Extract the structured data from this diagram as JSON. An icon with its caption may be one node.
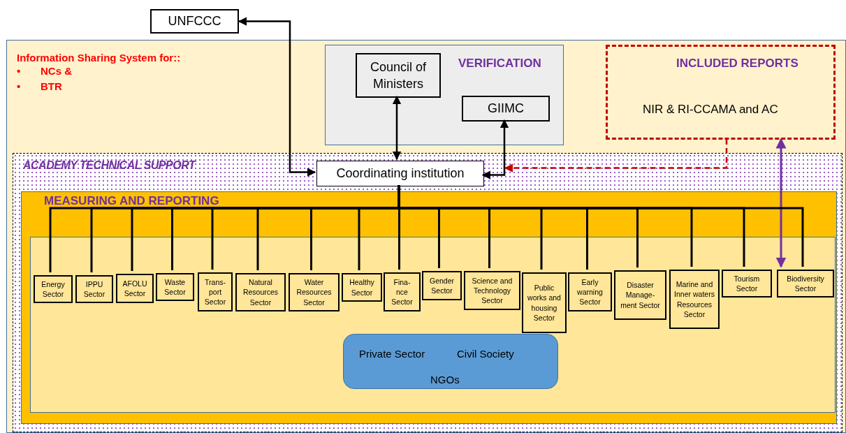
{
  "diagram": {
    "nodes": [
      {
        "text": [
          "UNFCCC"
        ]
      },
      {
        "text": [
          "Information Sharing System for::",
          "• NCs &",
          "• BTR"
        ]
      },
      {
        "text": [
          "VERIFICATION"
        ],
        "in": 1
      },
      {
        "text": [
          "Council of Ministers"
        ],
        "in": 2
      },
      {
        "text": [
          "GIIMC"
        ],
        "in": 2
      },
      {
        "text": [
          "INCLUDED REPORTS",
          "NIR & RI-CCAMA and AC"
        ],
        "in": 1
      },
      {
        "text": [
          "ACADEMY TECHNICAL SUPPORT"
        ],
        "in": 1
      },
      {
        "text": [
          "Coordinating institution"
        ],
        "in": 6
      },
      {
        "text": [
          "MEASURING AND REPORTING"
        ],
        "in": 6
      },
      {
        "text": [],
        "shape": "box",
        "in": 8
      },
      {
        "text": [
          "Energy Sector"
        ],
        "in": 9
      },
      {
        "text": [
          "IPPU Sector"
        ],
        "in": 9
      },
      {
        "text": [
          "AFOLU Sector"
        ],
        "in": 9
      },
      {
        "text": [
          "Waste Sector"
        ],
        "in": 9
      },
      {
        "text": [
          "Trans- port Sector"
        ],
        "in": 9
      },
      {
        "text": [
          "Natural Resources Sector"
        ],
        "in": 9
      },
      {
        "text": [
          "Water Resources Sector"
        ],
        "in": 9
      },
      {
        "text": [
          "Healthy Sector"
        ],
        "in": 9
      },
      {
        "text": [
          "Fina- nce Sector"
        ],
        "in": 9
      },
      {
        "text": [
          "Gender Sector"
        ],
        "in": 9
      },
      {
        "text": [
          "Science and Technology Sector"
        ],
        "in": 9
      },
      {
        "text": [
          "Public works and housing Sector"
        ],
        "in": 9
      },
      {
        "text": [
          "Early warning Sector"
        ],
        "in": 9
      },
      {
        "text": [
          "Disaster Manage- ment Sector"
        ],
        "in": 9
      },
      {
        "text": [
          "Marine and Inner waters Resources Sector"
        ],
        "in": 9
      },
      {
        "text": [
          "Tourism Sector"
        ],
        "in": 9
      },
      {
        "text": [
          "Biodiversity Sector"
        ],
        "in": 9
      },
      {
        "text": [
          "Private Sector",
          "Civil Society",
          "NGOs"
        ],
        "in": 9
      }
    ],
    "edges": [
      {
        "from": 7,
        "to": 0,
        "arrow": "both"
      },
      {
        "from": 3,
        "to": 7,
        "arrow": "both"
      },
      {
        "from": 4,
        "to": 7,
        "arrow": "both"
      },
      {
        "from": 5,
        "to": 7,
        "arrow": "to",
        "style": "dashed",
        "color": "#c00000"
      },
      {
        "from": 5,
        "to": 26,
        "arrow": "both",
        "color": "#7030a0"
      },
      {
        "from": 7,
        "to": 10,
        "arrow": "none"
      },
      {
        "from": 7,
        "to": 11,
        "arrow": "none"
      },
      {
        "from": 7,
        "to": 12,
        "arrow": "none"
      },
      {
        "from": 7,
        "to": 13,
        "arrow": "none"
      },
      {
        "from": 7,
        "to": 14,
        "arrow": "none"
      },
      {
        "from": 7,
        "to": 15,
        "arrow": "none"
      },
      {
        "from": 7,
        "to": 16,
        "arrow": "none"
      },
      {
        "from": 7,
        "to": 17,
        "arrow": "none"
      },
      {
        "from": 7,
        "to": 18,
        "arrow": "none"
      },
      {
        "from": 7,
        "to": 19,
        "arrow": "none"
      },
      {
        "from": 7,
        "to": 20,
        "arrow": "none"
      },
      {
        "from": 7,
        "to": 21,
        "arrow": "none"
      },
      {
        "from": 7,
        "to": 22,
        "arrow": "none"
      },
      {
        "from": 7,
        "to": 23,
        "arrow": "none"
      },
      {
        "from": 7,
        "to": 24,
        "arrow": "none"
      },
      {
        "from": 7,
        "to": 25,
        "arrow": "none"
      },
      {
        "from": 7,
        "to": 26,
        "arrow": "none"
      }
    ]
  }
}
